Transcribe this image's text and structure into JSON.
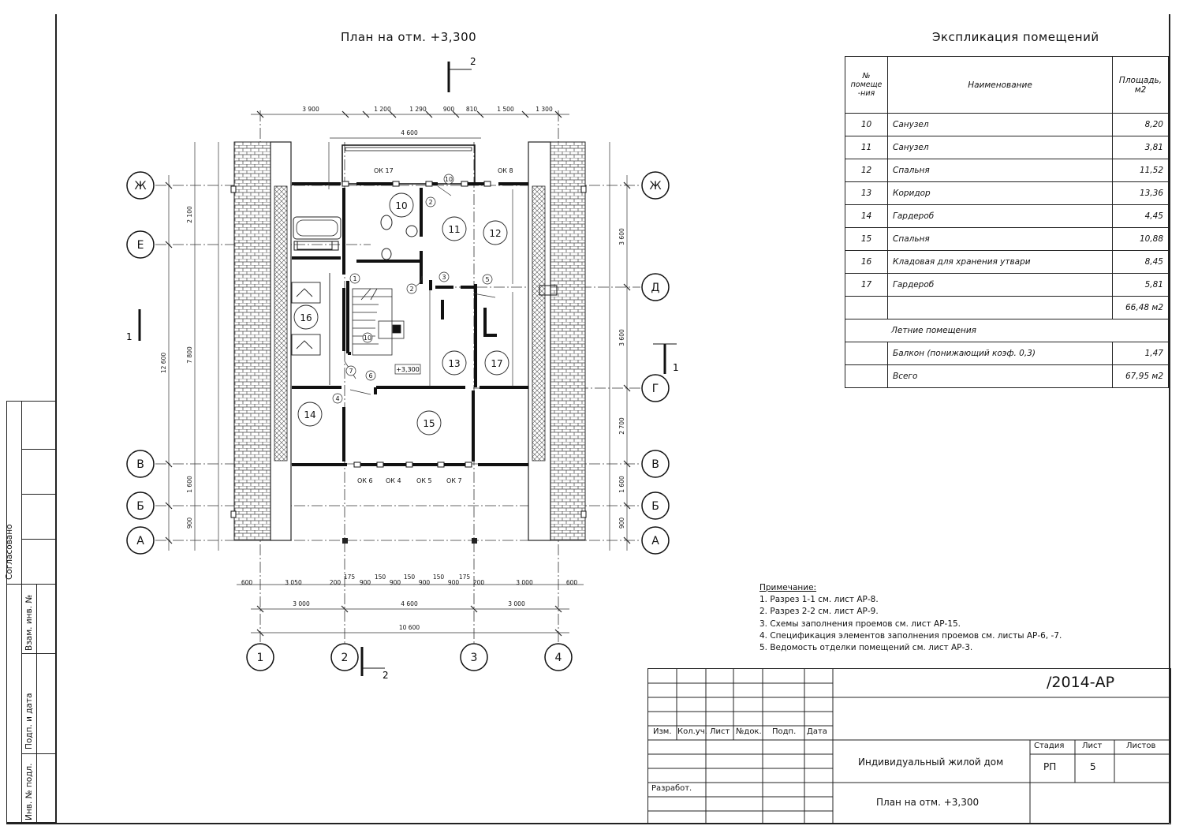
{
  "plan_title": "План на отм. +3,300",
  "explication": {
    "title": "Экспликация помещений",
    "headers": {
      "num": "№ помеще -ния",
      "name": "Наименование",
      "area": "Площадь, м2"
    },
    "rows": [
      {
        "num": "10",
        "name": "Санузел",
        "area": "8,20"
      },
      {
        "num": "11",
        "name": "Санузел",
        "area": "3,81"
      },
      {
        "num": "12",
        "name": "Спальня",
        "area": "11,52"
      },
      {
        "num": "13",
        "name": "Коридор",
        "area": "13,36"
      },
      {
        "num": "14",
        "name": "Гардероб",
        "area": "4,45"
      },
      {
        "num": "15",
        "name": "Спальня",
        "area": "10,88"
      },
      {
        "num": "16",
        "name": "Кладовая для хранения утвари",
        "area": "8,45"
      },
      {
        "num": "17",
        "name": "Гардероб",
        "area": "5,81"
      }
    ],
    "subtotal": "66,48 м2",
    "summer_heading": "Летние помещения",
    "balcony_name": "Балкон (понижающий коэф. 0,3)",
    "balcony_area": "1,47",
    "total_name": "Всего",
    "total_area": "67,95 м2"
  },
  "notes": {
    "heading": "Примечание:",
    "items": [
      "1. Разрез 1-1 см. лист АР-8.",
      "2. Разрез 2-2 см. лист АР-9.",
      "3. Схемы заполнения проемов см. лист АР-15.",
      "4. Спецификация элементов заполнения проемов см. листы АР-6, -7.",
      "5. Ведомость отделки помещений см. лист АР-3."
    ]
  },
  "stamp": {
    "code": "/2014-АР",
    "cols": [
      "Изм.",
      "Кол.уч.",
      "Лист",
      "№док.",
      "Подп.",
      "Дата"
    ],
    "developer": "Разработ.",
    "project": "Индивидуальный жилой дом",
    "sheet_title": "План на отм. +3,300",
    "stage_h": "Стадия",
    "sheet_h": "Лист",
    "sheets_h": "Листов",
    "stage": "РП",
    "sheet": "5"
  },
  "side_labels": {
    "agreed": "Согласовано",
    "inv_vzam": "Взам. инв. №",
    "sign_date": "Подп. и дата",
    "inv_podl": "Инв. № подл."
  },
  "axes": {
    "rows": [
      "Ж",
      "Е",
      "Д",
      "Г",
      "В",
      "Б",
      "А"
    ],
    "cols": [
      "1",
      "2",
      "3",
      "4"
    ]
  },
  "sections": {
    "s1": "1",
    "s2": "2"
  },
  "dims": {
    "top": [
      "3 900",
      "1 200",
      "1 290",
      "900",
      "810",
      "1 500",
      "1 300"
    ],
    "top2": "4 600",
    "bottom1": [
      "600",
      "3 050",
      "200",
      "175",
      "900",
      "150",
      "900",
      "150",
      "900",
      "150",
      "900",
      "175",
      "200",
      "3 000",
      "600"
    ],
    "bottom2": [
      "3 000",
      "4 600",
      "3 000"
    ],
    "bottom3": "10 600",
    "left_outer": "12 600",
    "left_mid": [
      "2 100",
      "7 800",
      "1 600",
      "900"
    ],
    "right_mid": [
      "3 600",
      "3 600",
      "2 700",
      "1 600",
      "900"
    ],
    "level": "+3,300"
  },
  "rooms": [
    "10",
    "11",
    "12",
    "13",
    "14",
    "15",
    "16",
    "17"
  ],
  "openings": [
    "ОК 17",
    "ОК 8",
    "ОК 6",
    "ОК 4",
    "ОК 5",
    "ОК 7"
  ],
  "door_tags": [
    "1",
    "2",
    "2",
    "3",
    "4",
    "5",
    "6",
    "7",
    "10",
    "10"
  ]
}
